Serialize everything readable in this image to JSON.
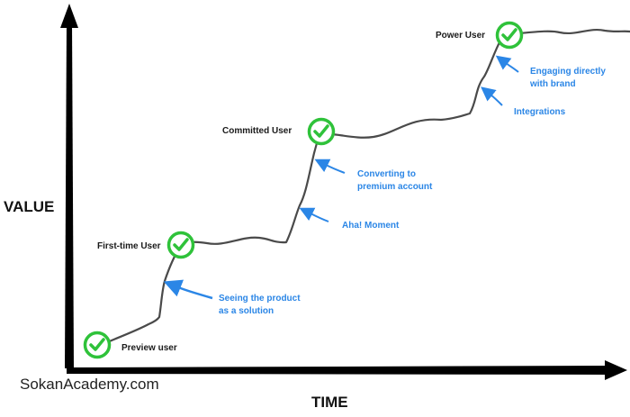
{
  "axes": {
    "y_label": "VALUE",
    "x_label": "TIME"
  },
  "brand": "SokanAcademy.com",
  "colors": {
    "check": "#2fc23a",
    "arrow": "#2b86e6",
    "line": "#4a4a4a",
    "axis": "#000000"
  },
  "stages": [
    {
      "label": "Preview user"
    },
    {
      "label": "First-time User"
    },
    {
      "label": "Committed User"
    },
    {
      "label": "Power User"
    }
  ],
  "notes": [
    {
      "lines": [
        "Seeing the product",
        "as a solution"
      ]
    },
    {
      "lines": [
        "Aha! Moment"
      ]
    },
    {
      "lines": [
        "Converting to",
        "premium account"
      ]
    },
    {
      "lines": [
        "Integrations"
      ]
    },
    {
      "lines": [
        "Engaging directly",
        "with brand"
      ]
    }
  ]
}
